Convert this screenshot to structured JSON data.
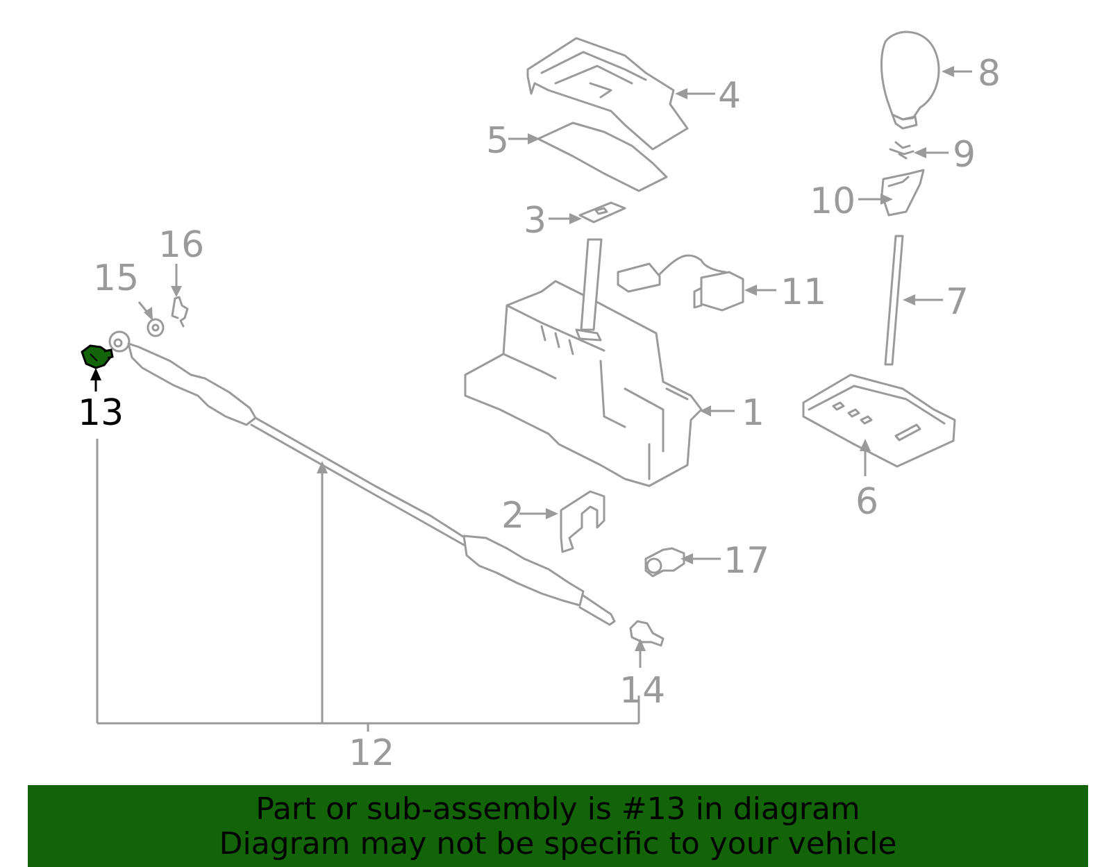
{
  "diagram": {
    "highlight_color": "#136409",
    "part_color": "#9a9a9a",
    "callouts": [
      {
        "id": "1",
        "label": "1"
      },
      {
        "id": "2",
        "label": "2"
      },
      {
        "id": "3",
        "label": "3"
      },
      {
        "id": "4",
        "label": "4"
      },
      {
        "id": "5",
        "label": "5"
      },
      {
        "id": "6",
        "label": "6"
      },
      {
        "id": "7",
        "label": "7"
      },
      {
        "id": "8",
        "label": "8"
      },
      {
        "id": "9",
        "label": "9"
      },
      {
        "id": "10",
        "label": "10"
      },
      {
        "id": "11",
        "label": "11"
      },
      {
        "id": "12",
        "label": "12"
      },
      {
        "id": "13",
        "label": "13",
        "highlighted": true
      },
      {
        "id": "14",
        "label": "14"
      },
      {
        "id": "15",
        "label": "15"
      },
      {
        "id": "16",
        "label": "16"
      },
      {
        "id": "17",
        "label": "17"
      }
    ]
  },
  "banner": {
    "line1": "Part or sub-assembly is #13 in diagram",
    "line2": "Diagram may not be specific to your vehicle",
    "background": "#136409"
  }
}
